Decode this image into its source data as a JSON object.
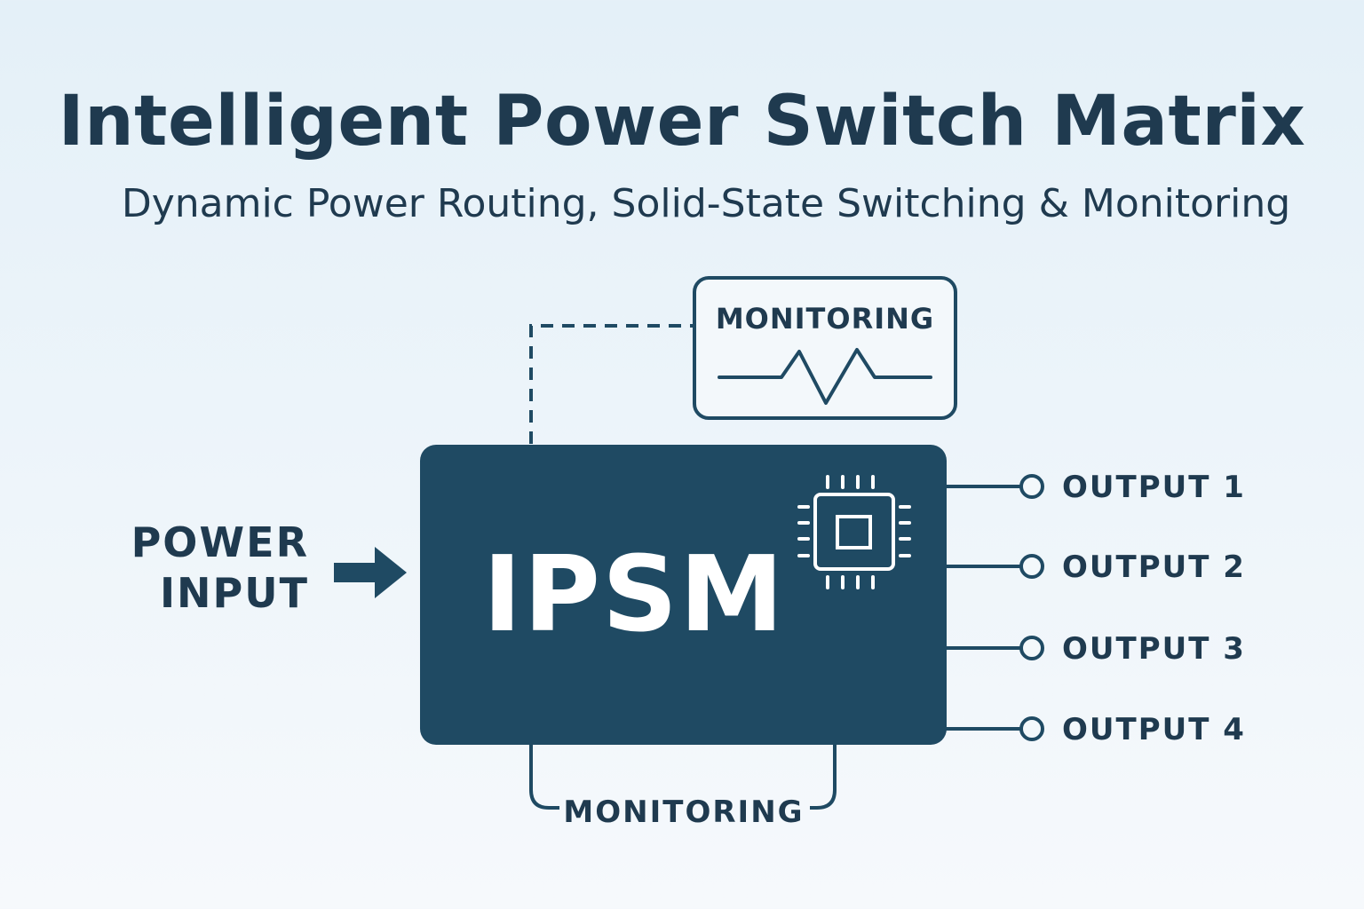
{
  "title": "Intelligent Power Switch Matrix",
  "subtitle": "Dynamic Power Routing, Solid-State Switching & Monitoring",
  "power_input": {
    "line1": "POWER",
    "line2": "INPUT"
  },
  "core": {
    "label": "IPSM"
  },
  "monitoring_top": {
    "label": "MONITORING"
  },
  "monitoring_bottom": {
    "label": "MONITORING"
  },
  "outputs": [
    {
      "label": "OUTPUT 1"
    },
    {
      "label": "OUTPUT 2"
    },
    {
      "label": "OUTPUT 3"
    },
    {
      "label": "OUTPUT 4"
    }
  ],
  "colors": {
    "primary": "#1f4a63",
    "text": "#1f3a4f",
    "background": "#e8f2f9"
  }
}
